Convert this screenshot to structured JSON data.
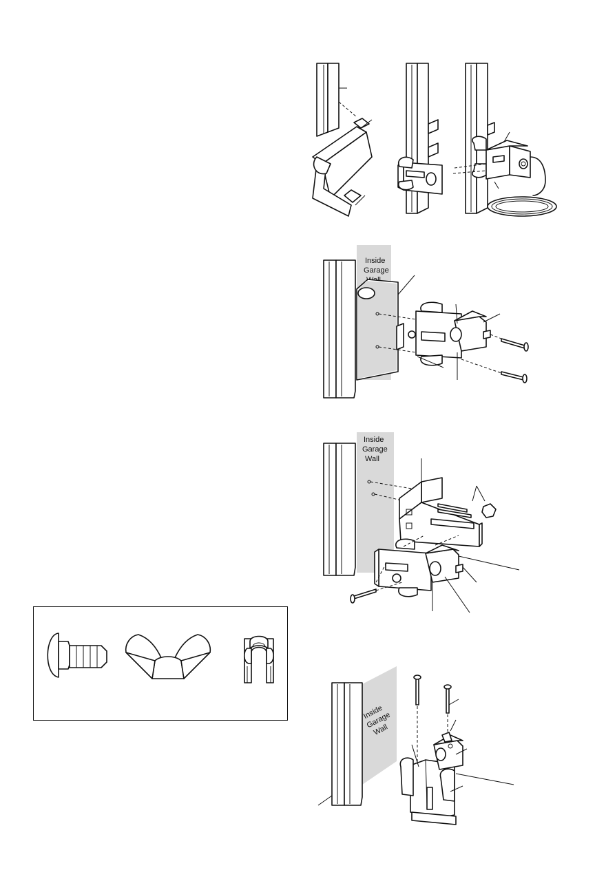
{
  "figures": {
    "fig2": {
      "wall_label_1": "Inside",
      "wall_label_2": "Garage",
      "wall_label_3": "Wall"
    },
    "fig3": {
      "wall_label_1": "Inside",
      "wall_label_2": "Garage",
      "wall_label_3": "Wall"
    },
    "fig4": {
      "wall_label_1": "Inside",
      "wall_label_2": "Garage",
      "wall_label_3": "Wall"
    }
  },
  "hardware_box": {
    "items": [
      {
        "icon": "carriage-bolt-icon"
      },
      {
        "icon": "wing-nut-icon"
      },
      {
        "icon": "insulated-staple-icon"
      }
    ]
  }
}
